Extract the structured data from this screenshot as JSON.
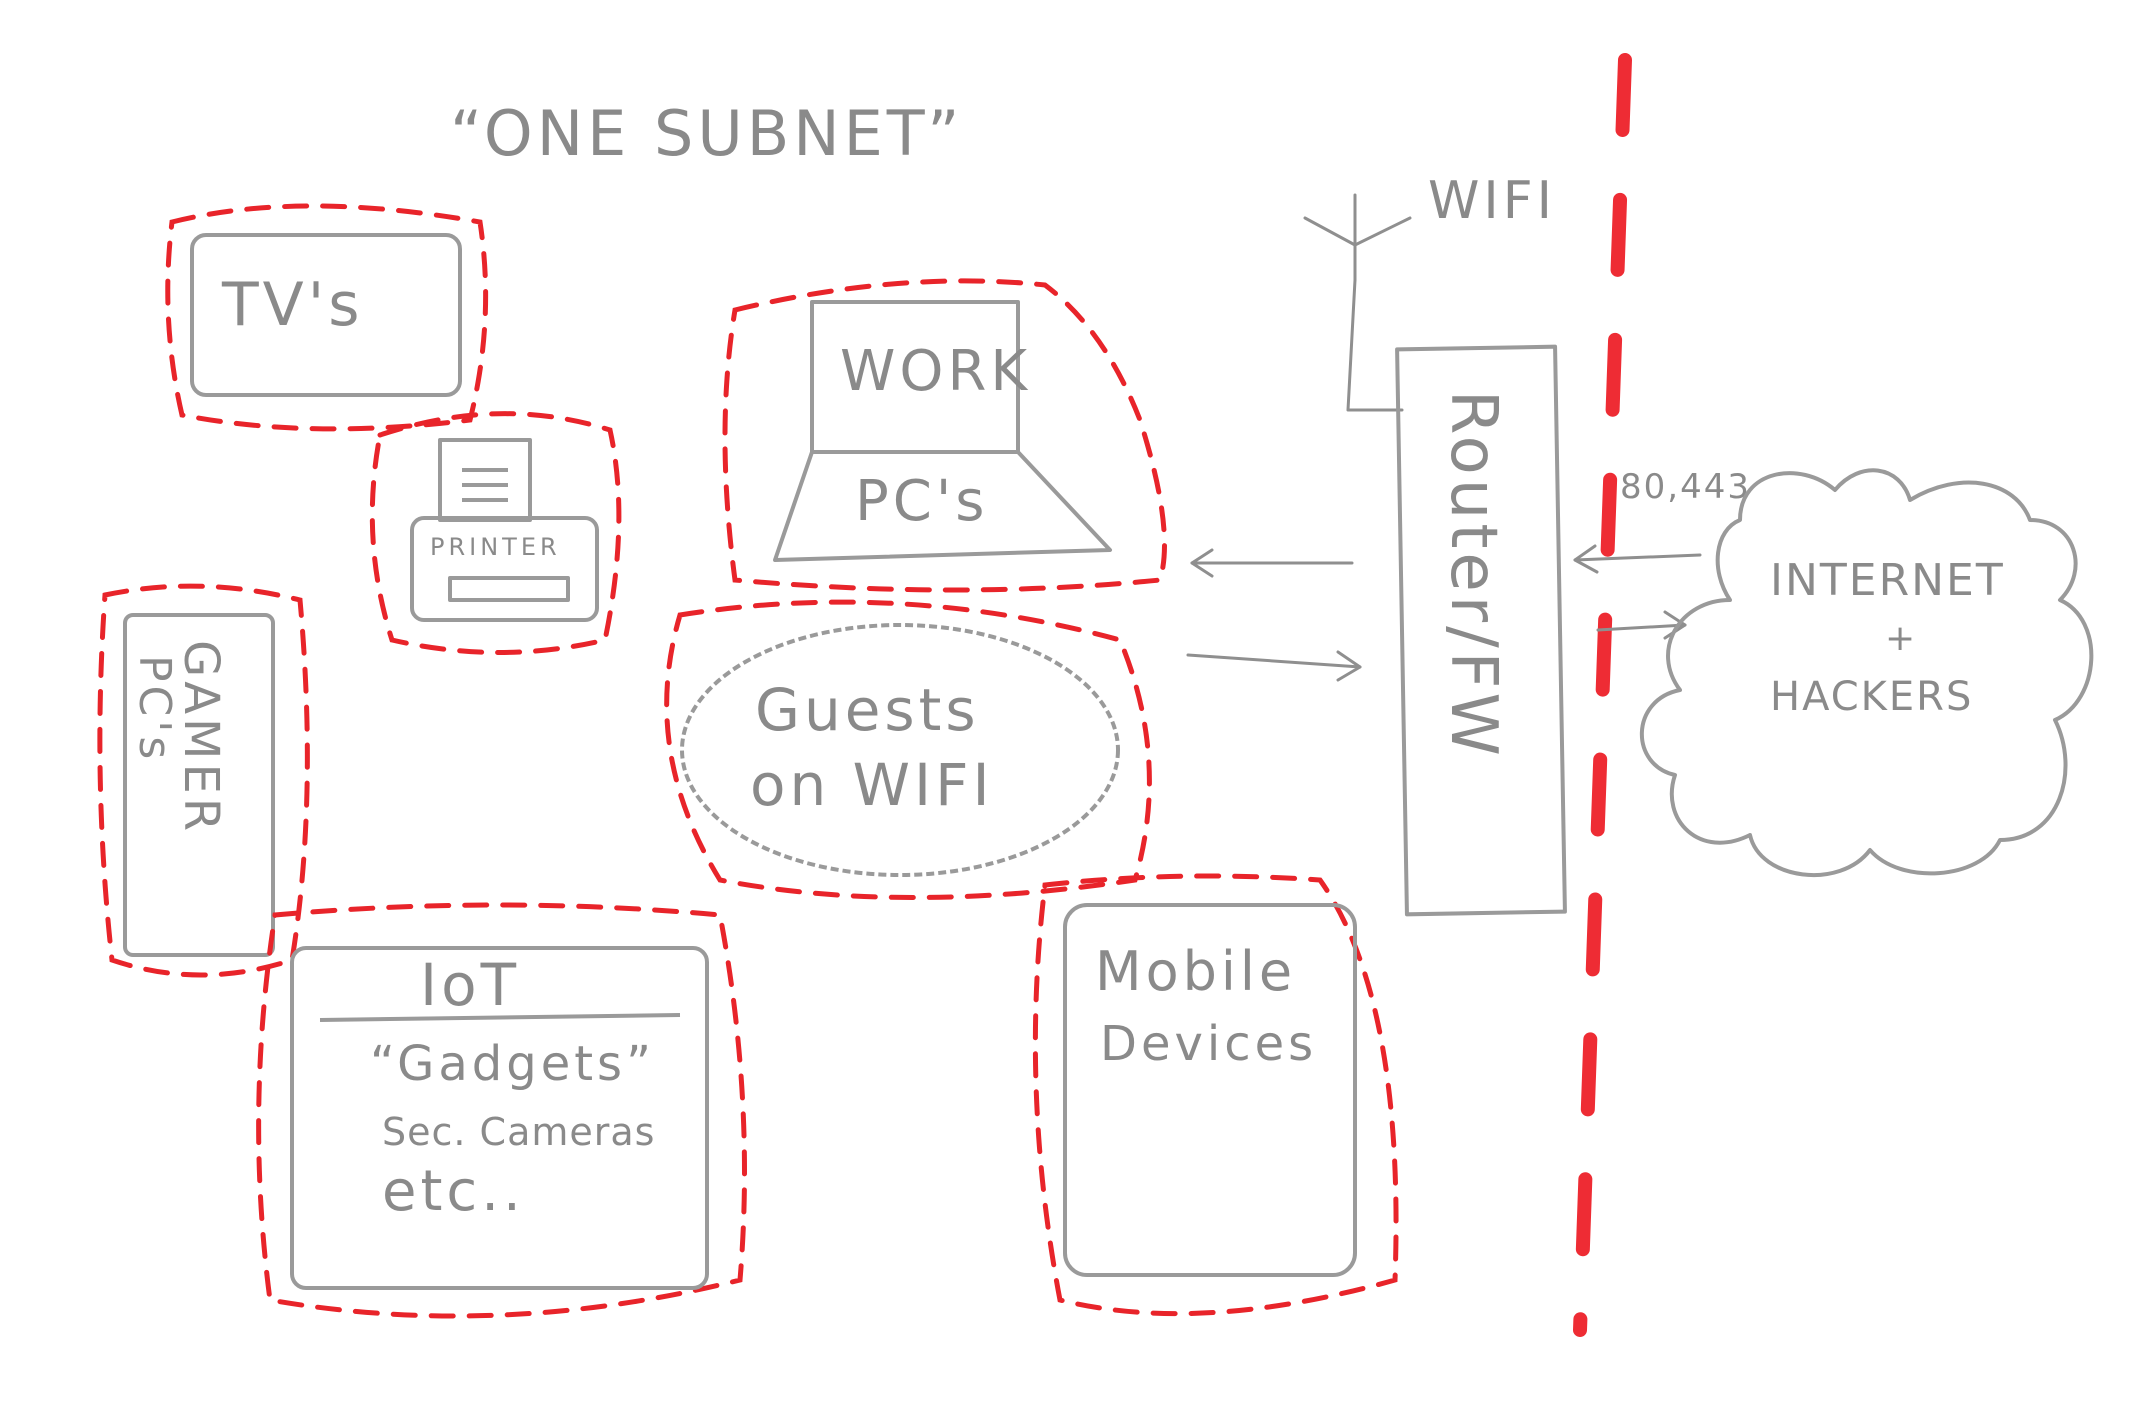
{
  "title": "“ONE SUBNET”",
  "devices": {
    "tvs": "TV's",
    "printer": "PRINTER",
    "gamer_line1": "GAMER",
    "gamer_line2": "PC's",
    "work_line1": "WORK",
    "work_line2": "PC's",
    "guests_line1": "Guests",
    "guests_line2": "on WIFI",
    "iot_title": "IoT",
    "iot_line1": "“Gadgets”",
    "iot_line2": "Sec. Cameras",
    "iot_line3": "etc..",
    "mobile_line1": "Mobile",
    "mobile_line2": "Devices"
  },
  "router": {
    "label": "Router/FW",
    "wifi_label": "WIFI"
  },
  "internet": {
    "ports": "80,443",
    "line1": "INTERNET",
    "line2": "+",
    "line3": "HACKERS"
  },
  "colors": {
    "pencil": "#8a8a8a",
    "red_marker": "#e8242a"
  }
}
